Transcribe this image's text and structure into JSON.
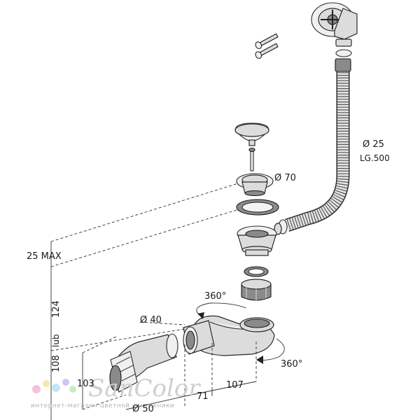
{
  "labels": {
    "hose_diameter": "Ø 25",
    "hose_length": "LG.500",
    "strainer_diameter": "Ø 70",
    "max_thickness": "25 MAX",
    "height_124": "124",
    "height_108": "108",
    "lub_mark": "lub",
    "outlet_diameter": "Ø 40",
    "rotation_top": "360°",
    "rotation_right": "360°",
    "width_107": "107",
    "width_71": "71",
    "pipe_diameter": "Ø 50",
    "offset_103": "103"
  },
  "watermark": {
    "brand": "SanColor",
    "tagline": "интернет-магазин цветной сантехники",
    "dot_colors": [
      "#f2b8d0",
      "#f5e39a",
      "#b9e0f5",
      "#c9b9f0",
      "#bfe8b5"
    ]
  }
}
